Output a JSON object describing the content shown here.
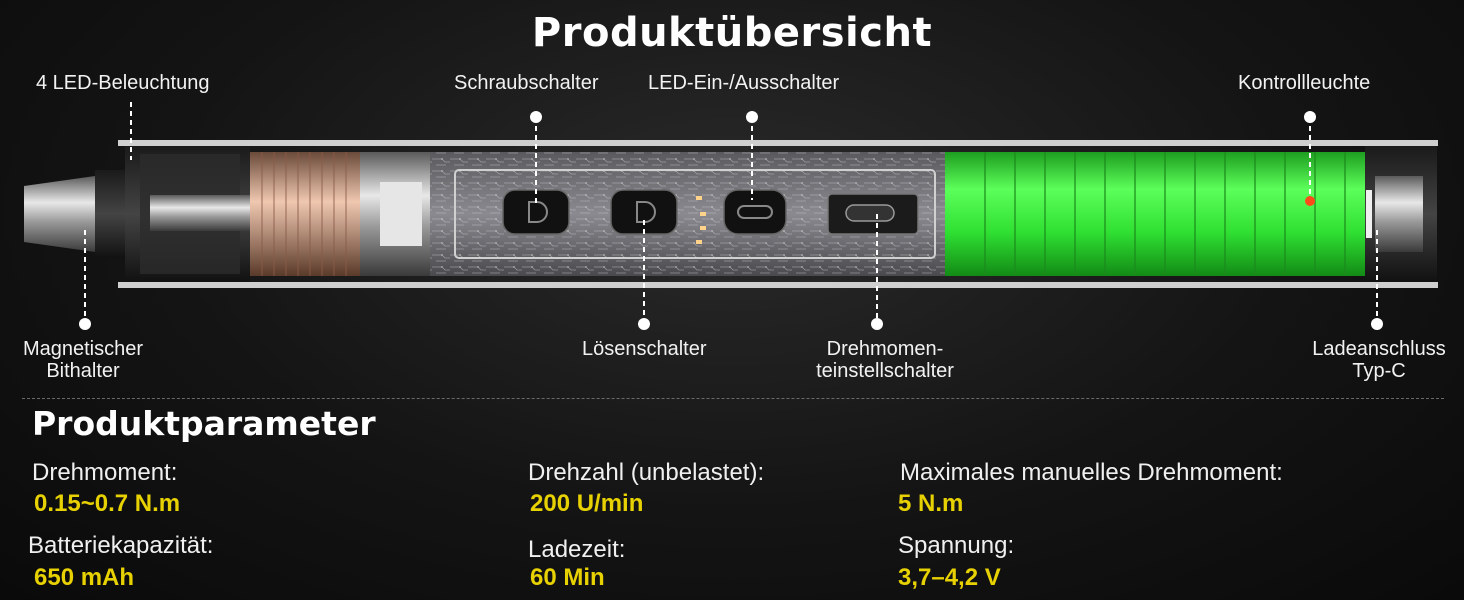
{
  "title": "Produktübersicht",
  "callouts": {
    "led_lighting": "4 LED-Beleuchtung",
    "screw_switch": "Schraubschalter",
    "led_switch": "LED-Ein-/Ausschalter",
    "indicator": "Kontrollleuchte",
    "magnetic_holder": [
      "Magnetischer",
      "Bithalter"
    ],
    "release_switch": "Lösenschalter",
    "torque_switch": [
      "Drehmomen-",
      "teinstellschalter"
    ],
    "charging_port": [
      "Ladeanschluss",
      "Typ-C"
    ]
  },
  "parameters_title": "Produktparameter",
  "parameters": [
    {
      "name": "Drehmoment:",
      "value": "0.15~0.7 N.m"
    },
    {
      "name": "Drehzahl (unbelastet):",
      "value": "200 U/min"
    },
    {
      "name": "Maximales manuelles Drehmoment:",
      "value": "5 N.m"
    },
    {
      "name": "Batteriekapazität:",
      "value": "650 mAh"
    },
    {
      "name": "Ladezeit:",
      "value": "60 Min"
    },
    {
      "name": "Spannung:",
      "value": "3,7–4,2 V"
    }
  ],
  "colors": {
    "value_yellow": "#e8d100",
    "battery_green": "#35f23a",
    "indicator_red": "#ff4a1a",
    "background": "#141414"
  }
}
